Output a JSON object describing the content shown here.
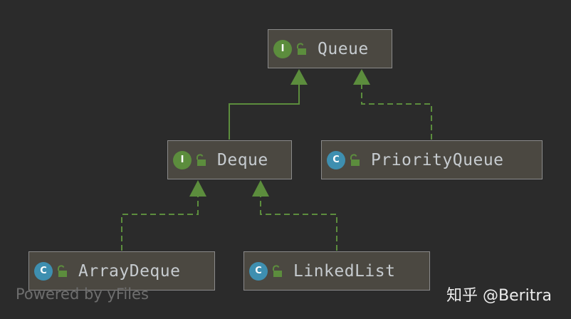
{
  "colors": {
    "background": "#2b2b2b",
    "node_fill": "#4b4841",
    "node_border": "#8a8a8a",
    "edge": "#5c8d3d",
    "interface_badge": "#5c8d3d",
    "class_badge": "#3e8fb0",
    "text": "#c6cbcf"
  },
  "nodes": {
    "queue": {
      "label": "Queue",
      "kind": "interface",
      "badge": "I",
      "icon": "unlocked-padlock-icon"
    },
    "deque": {
      "label": "Deque",
      "kind": "interface",
      "badge": "I",
      "icon": "unlocked-padlock-icon"
    },
    "priorityqueue": {
      "label": "PriorityQueue",
      "kind": "class",
      "badge": "C",
      "icon": "unlocked-padlock-icon"
    },
    "arraydeque": {
      "label": "ArrayDeque",
      "kind": "class",
      "badge": "C",
      "icon": "unlocked-padlock-icon"
    },
    "linkedlist": {
      "label": "LinkedList",
      "kind": "class",
      "badge": "C",
      "icon": "unlocked-padlock-icon"
    }
  },
  "edges": [
    {
      "from": "Deque",
      "to": "Queue",
      "style": "solid"
    },
    {
      "from": "PriorityQueue",
      "to": "Queue",
      "style": "dashed"
    },
    {
      "from": "ArrayDeque",
      "to": "Deque",
      "style": "dashed"
    },
    {
      "from": "LinkedList",
      "to": "Deque",
      "style": "dashed"
    }
  ],
  "footer": {
    "left": "Powered by yFiles",
    "right": "知乎 @Beritra"
  }
}
